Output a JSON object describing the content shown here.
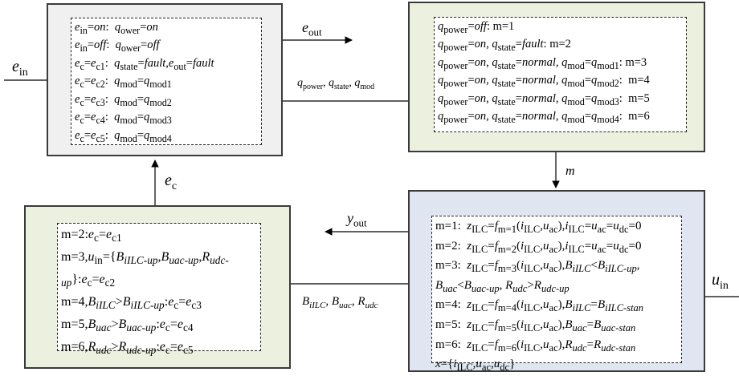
{
  "signals": {
    "e_in": "ein",
    "e_out": "eout",
    "q_group": "qpower, qstate, qmod",
    "m": "m",
    "y_out": "yout",
    "u_in": "uin",
    "e_c": "ec",
    "b_group": "BiILC, Buac, Rudc"
  },
  "blocks": {
    "top_left": {
      "rows": [
        "ein=on:  qower=on",
        "ein=off:  qower=off",
        "ec=ec1:  qstate=fault,eout=fault",
        "ec=ec2:  qmod=qmod1",
        "ec=ec3:  qmod=qmod2",
        "ec=ec4:  qmod=qmod3",
        "ec=ec5:  qmod=qmod4"
      ]
    },
    "top_right": {
      "rows": [
        "qpower=off: m=1",
        "qpower=on, qstate=fault: m=2",
        "qpower=on, qstate=normal, qmod=qmod1: m=3",
        "qpower=on, qstate=normal, qmod=qmod2:  m=4",
        "qpower=on, qstate=normal, qmod=qmod3:  m=5",
        "qpower=on, qstate=normal, qmod=qmod4:  m=6"
      ]
    },
    "bottom_left": {
      "rows": [
        "m=2:ec=ec1",
        "m=3,uin={BiILC-up,Buac-up,Rudc-",
        "up}:ec=ec2",
        "m=4,BiILC>BiILC-up:ec=ec3",
        "m=5,Buac>Buac-up:ec=ec4",
        "m=6,Rudc>Rudc-up:ec=ec5"
      ]
    },
    "bottom_right": {
      "rows": [
        "m=1:  zILC=fm=1(iILC,uac),iILC=uac=udc=0",
        "m=2:  zILC=fm=2(iILC,uac),iILC=uac=udc=0",
        "m=3:  zILC=fm=3(iILC,uac),BiILC<BiILC-up,",
        "Buac<Buac-up, Rudc>Rudc-up",
        "m=4:  zILC=fm=4(iILC,uac),BiILC=BiILC-stan",
        "m=5:  zILC=fm=5(iILC,uac),Buac=Buac-stan",
        "m=6:  zILC=fm=6(iILC,uac),Rudc=Rudc-stan",
        "x={iILC,uac,udc}"
      ]
    }
  },
  "colors": {
    "top_left_fill": "#f0f0f0",
    "top_right_fill": "#ebf1de",
    "bottom_left_fill": "#ebf1de",
    "bottom_right_fill": "#dfe6f1"
  }
}
